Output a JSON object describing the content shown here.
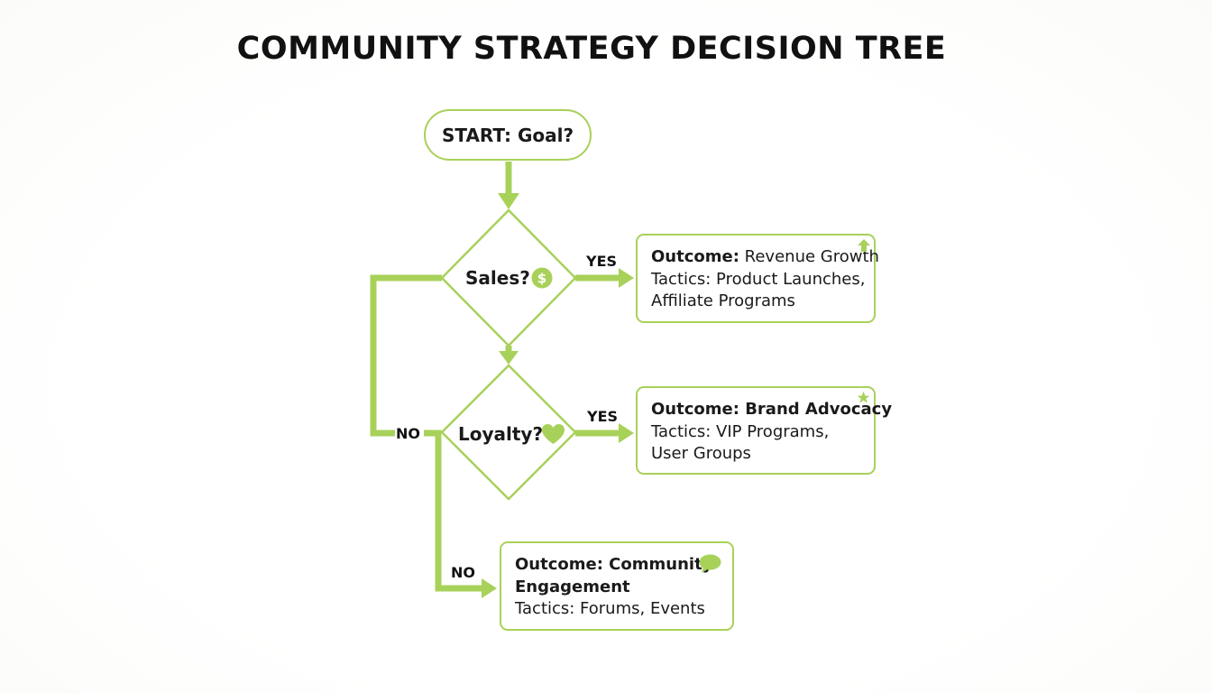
{
  "title": "COMMUNITY STRATEGY DECISION TREE",
  "colors": {
    "accent": "#a8d15a",
    "text": "#1a1a1a"
  },
  "nodes": {
    "start": {
      "label": "START: Goal?"
    },
    "sales": {
      "label": "Sales?",
      "icon": "dollar-icon"
    },
    "loyalty": {
      "label": "Loyalty?",
      "icon": "heart-icon"
    }
  },
  "edges": {
    "sales_yes": "YES",
    "loyalty_yes": "YES",
    "sales_no": "NO",
    "loyalty_no": "NO"
  },
  "outcomes": {
    "revenue": {
      "outcome_prefix": "Outcome:",
      "outcome_name": "Revenue Growth",
      "tactics_line1": "Tactics: Product Launches,",
      "tactics_line2": "Affiliate Programs",
      "icon": "arrow-up-icon"
    },
    "advocacy": {
      "outcome_prefix": "Outcome:",
      "outcome_name": "Brand Advocacy",
      "tactics_line1": "Tactics: VIP Programs,",
      "tactics_line2": "User Groups",
      "icon": "star-icon"
    },
    "engagement": {
      "outcome_line1": "Outcome: Community",
      "outcome_line2": "Engagement",
      "tactics_line1": "Tactics: Forums, Events",
      "icon": "speech-bubble-icon"
    }
  }
}
